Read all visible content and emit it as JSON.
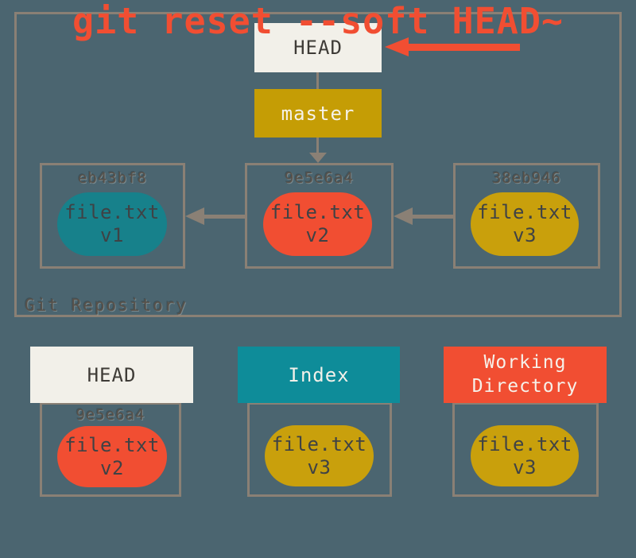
{
  "colors": {
    "background": "#4b6570",
    "frame_border": "#8a8075",
    "offwhite": "#f2f0e9",
    "gold_branch": "#c59d05",
    "gold_blob": "#c9a00c",
    "red_accent": "#f14e32",
    "teal_box": "#0e8c99",
    "teal_blob": "#17818b",
    "dark_text": "#3e3b36"
  },
  "repository": {
    "label": "Git Repository",
    "head_label": "HEAD",
    "branch_label": "master",
    "commits": [
      {
        "hash": "eb43bf8",
        "file": "file.txt",
        "version": "v1"
      },
      {
        "hash": "9e5e6a4",
        "file": "file.txt",
        "version": "v2"
      },
      {
        "hash": "38eb946",
        "file": "file.txt",
        "version": "v3"
      }
    ]
  },
  "workspace": {
    "head": {
      "title": "HEAD",
      "hash": "9e5e6a4",
      "file": "file.txt",
      "version": "v2"
    },
    "index": {
      "title": "Index",
      "file": "file.txt",
      "version": "v3"
    },
    "working_directory": {
      "title": "Working Directory",
      "file": "file.txt",
      "version": "v3"
    }
  },
  "caption": "git reset --soft HEAD~"
}
